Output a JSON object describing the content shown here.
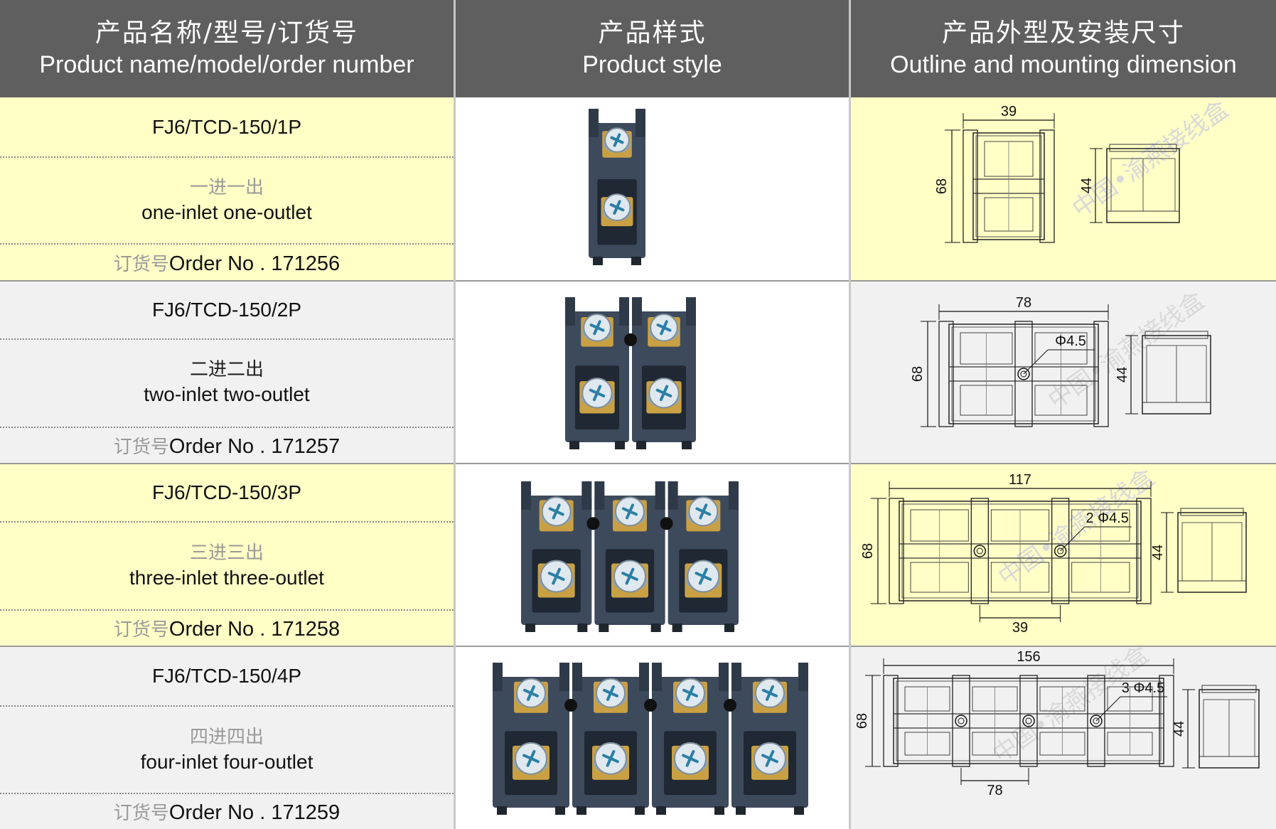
{
  "header": {
    "col1_zh": "产品名称/型号/订货号",
    "col1_en": "Product name/model/order number",
    "col2_zh": "产品样式",
    "col2_en": "Product style",
    "col3_zh": "产品外型及安装尺寸",
    "col3_en": "Outline and mounting dimension"
  },
  "rows": [
    {
      "model": "FJ6/TCD-150/1P",
      "desc_zh": "一进一出",
      "desc_en": "one-inlet one-outlet",
      "order_prefix": "订货号",
      "order_text": "Order No . 171256",
      "poles": 1,
      "dims": {
        "width": "39",
        "height": "68",
        "depth": "44"
      }
    },
    {
      "model": "FJ6/TCD-150/2P",
      "desc_zh": "二进二出",
      "desc_en": "two-inlet two-outlet",
      "order_prefix": "订货号",
      "order_text": "Order No . 171257",
      "poles": 2,
      "dims": {
        "width": "78",
        "height": "68",
        "depth": "44",
        "hole": "Φ4.5"
      }
    },
    {
      "model": "FJ6/TCD-150/3P",
      "desc_zh": "三进三出",
      "desc_en": "three-inlet three-outlet",
      "order_prefix": "订货号",
      "order_text": "Order No . 171258",
      "poles": 3,
      "dims": {
        "width": "117",
        "height": "68",
        "depth": "44",
        "hole": "2  Φ4.5",
        "pitch": "39"
      }
    },
    {
      "model": "FJ6/TCD-150/4P",
      "desc_zh": "四进四出",
      "desc_en": "four-inlet four-outlet",
      "order_prefix": "订货号",
      "order_text": "Order No . 171259",
      "poles": 4,
      "dims": {
        "width": "156",
        "height": "68",
        "depth": "44",
        "hole": "3  Φ4.5",
        "pitch": "78"
      }
    }
  ],
  "watermark": "中国•渝燕接线盒",
  "colors": {
    "header": "#5f5f5f",
    "yellow": "#ffffc6",
    "grey": "#f1f1f1",
    "terminal_body": "#3d4a5c",
    "brass": "#c9a044"
  }
}
